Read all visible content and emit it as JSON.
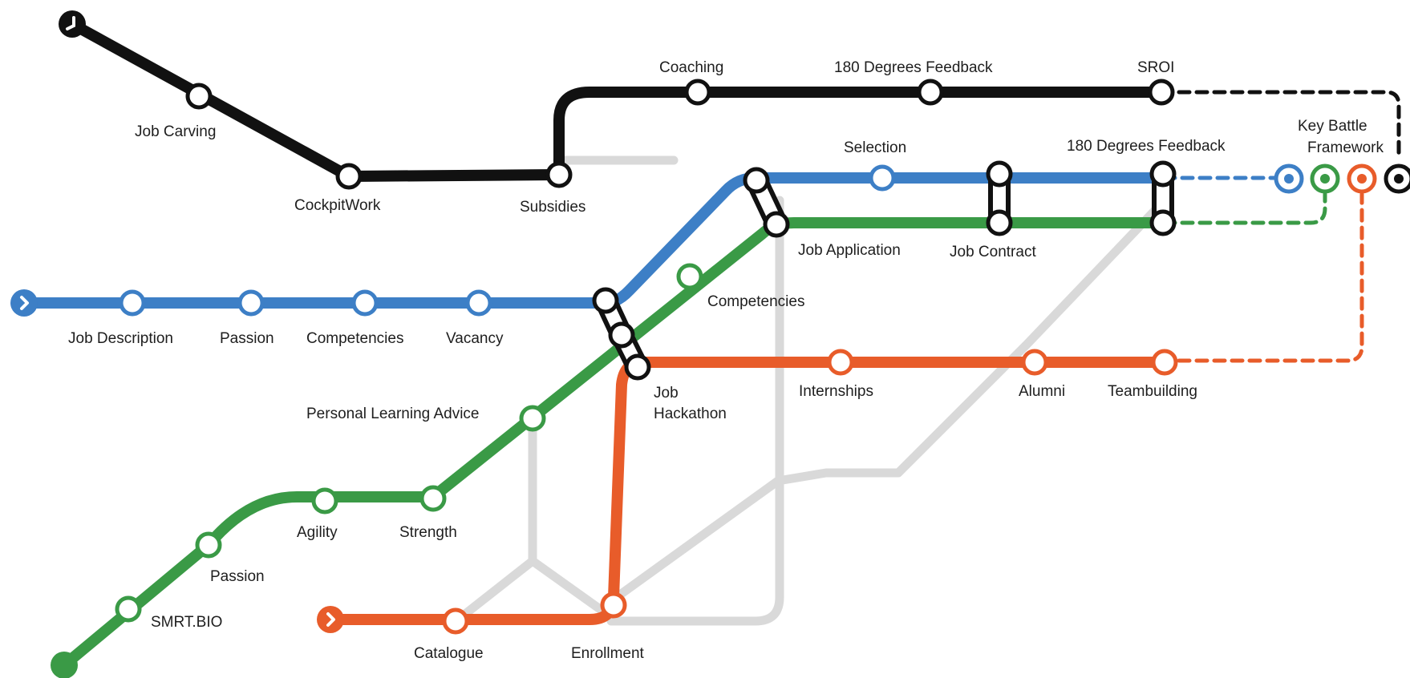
{
  "colors": {
    "black_line": "#111111",
    "blue_line": "#3d7fc6",
    "green_line": "#3a9a46",
    "orange_line": "#e85c2a",
    "grey_line": "#d9d9d9",
    "background": "#ffffff"
  },
  "lines": {
    "black": {
      "stations": [
        "Job Carving",
        "CockpitWork",
        "Subsidies",
        "Coaching",
        "180 Degrees Feedback",
        "SROI"
      ]
    },
    "blue": {
      "stations": [
        "Job Description",
        "Passion",
        "Competencies",
        "Vacancy",
        "Selection",
        "180 Degrees Feedback"
      ]
    },
    "green": {
      "stations": [
        "SMRT.BIO",
        "Passion",
        "Agility",
        "Strength",
        "Personal Learning Advice",
        "Competencies",
        "Job Application",
        "Job Contract"
      ]
    },
    "orange": {
      "stations": [
        "Catalogue",
        "Enrollment",
        "Job Hackathon",
        "Internships",
        "Alumni",
        "Teambuilding"
      ]
    }
  },
  "labels": {
    "job_carving": "Job Carving",
    "cockpitwork": "CockpitWork",
    "subsidies": "Subsidies",
    "coaching": "Coaching",
    "feedback_black": "180 Degrees Feedback",
    "sroi": "SROI",
    "selection": "Selection",
    "feedback_blue": "180 Degrees Feedback",
    "key_battle_1": "Key Battle",
    "key_battle_2": "Framework",
    "job_application": "Job Application",
    "job_contract": "Job Contract",
    "job_description": "Job Description",
    "passion_blue": "Passion",
    "competencies_blue": "Competencies",
    "vacancy": "Vacancy",
    "competencies_green": "Competencies",
    "job_hackathon_1": "Job",
    "job_hackathon_2": "Hackathon",
    "internships": "Internships",
    "alumni": "Alumni",
    "teambuilding": "Teambuilding",
    "personal_learning_advice": "Personal Learning Advice",
    "agility": "Agility",
    "strength": "Strength",
    "passion_green": "Passion",
    "smrt_bio": "SMRT.BIO",
    "catalogue": "Catalogue",
    "enrollment": "Enrollment"
  }
}
